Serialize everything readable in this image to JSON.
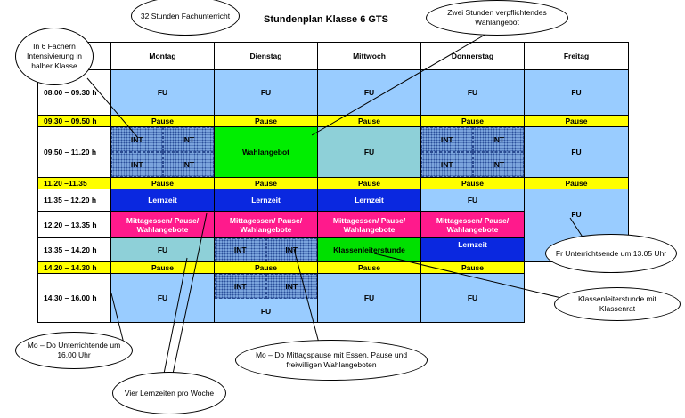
{
  "title": "Stundenplan Klasse 6 GTS",
  "days": [
    "Montag",
    "Dienstag",
    "Mittwoch",
    "Donnerstag",
    "Freitag"
  ],
  "times": {
    "t1": "08.00 – 09.30 h",
    "t2": "09.30 – 09.50 h",
    "t3": "09.50 – 11.20 h",
    "t4": "11.20 –11.35",
    "t5": "11.35 – 12.20 h",
    "t6": "12.20 – 13.35 h",
    "t7": "13.35 – 14.20 h",
    "t8": "14.20 – 14.30 h",
    "t9": "14.30 – 16.00 h"
  },
  "labels": {
    "fu": "FU",
    "pause": "Pause",
    "int": "INT",
    "wahlangebot": "Wahlangebot",
    "lernzeit": "Lernzeit",
    "mittag": "Mittagessen/ Pause/ Wahlangebote",
    "klassenleiterstunde": "Klassenleiterstunde"
  },
  "callouts": {
    "fachunterricht": "32 Stunden Fachunterricht",
    "intensivierung": "In 6 Fächern Intensivierung in halber Klasse",
    "wahlangebot_pflicht": "Zwei Stunden verpflichtendes Wahlangebot",
    "freitag_ende": "Fr Unterrichtsende um 13.05 Uhr",
    "klassenrat": "Klassenleiterstunde mit Klassenrat",
    "ende_16": "Mo – Do Unterrichtende um 16.00 Uhr",
    "mittagspause": "Mo – Do Mittagspause mit Essen, Pause und freiwilligen Wahlangeboten",
    "lernzeiten": "Vier Lernzeiten pro Woche"
  },
  "colors": {
    "fu": "#99ccff",
    "pause": "#ffff00",
    "wahlangebot": "#00ee00",
    "lernzeit": "#0a28e0",
    "mittag": "#ff1a8c",
    "int": "#7fa8e0",
    "teal": "#8ed0d8"
  }
}
